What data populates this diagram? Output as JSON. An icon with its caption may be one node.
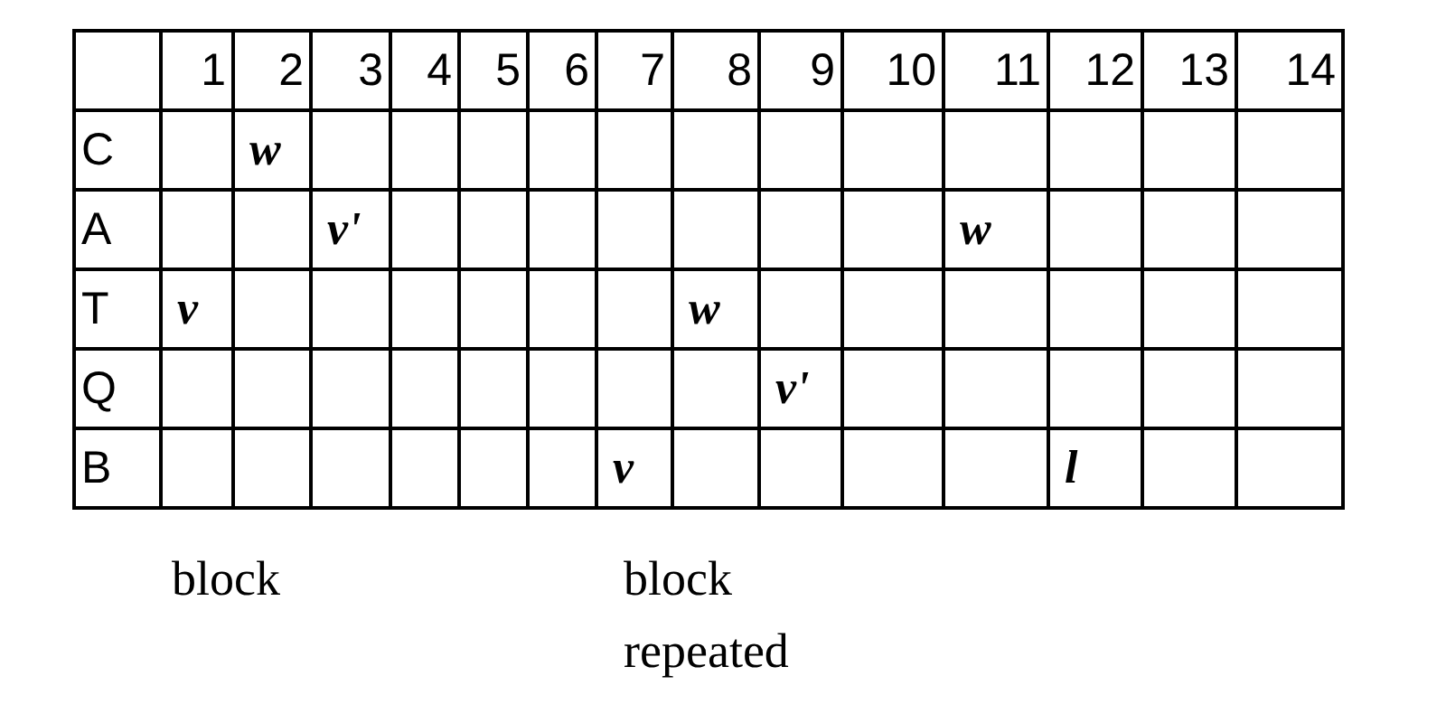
{
  "diagram": {
    "labels": [
      "1",
      "2",
      "3",
      "4",
      "5",
      "6",
      "7",
      "8",
      "9",
      "10",
      "11",
      "12",
      "13",
      "14",
      "C",
      "w",
      "A",
      "v'",
      "w",
      "T",
      "v",
      "w",
      "Q",
      "v'",
      "B",
      "v",
      "l",
      "block",
      "block repeated"
    ]
  }
}
